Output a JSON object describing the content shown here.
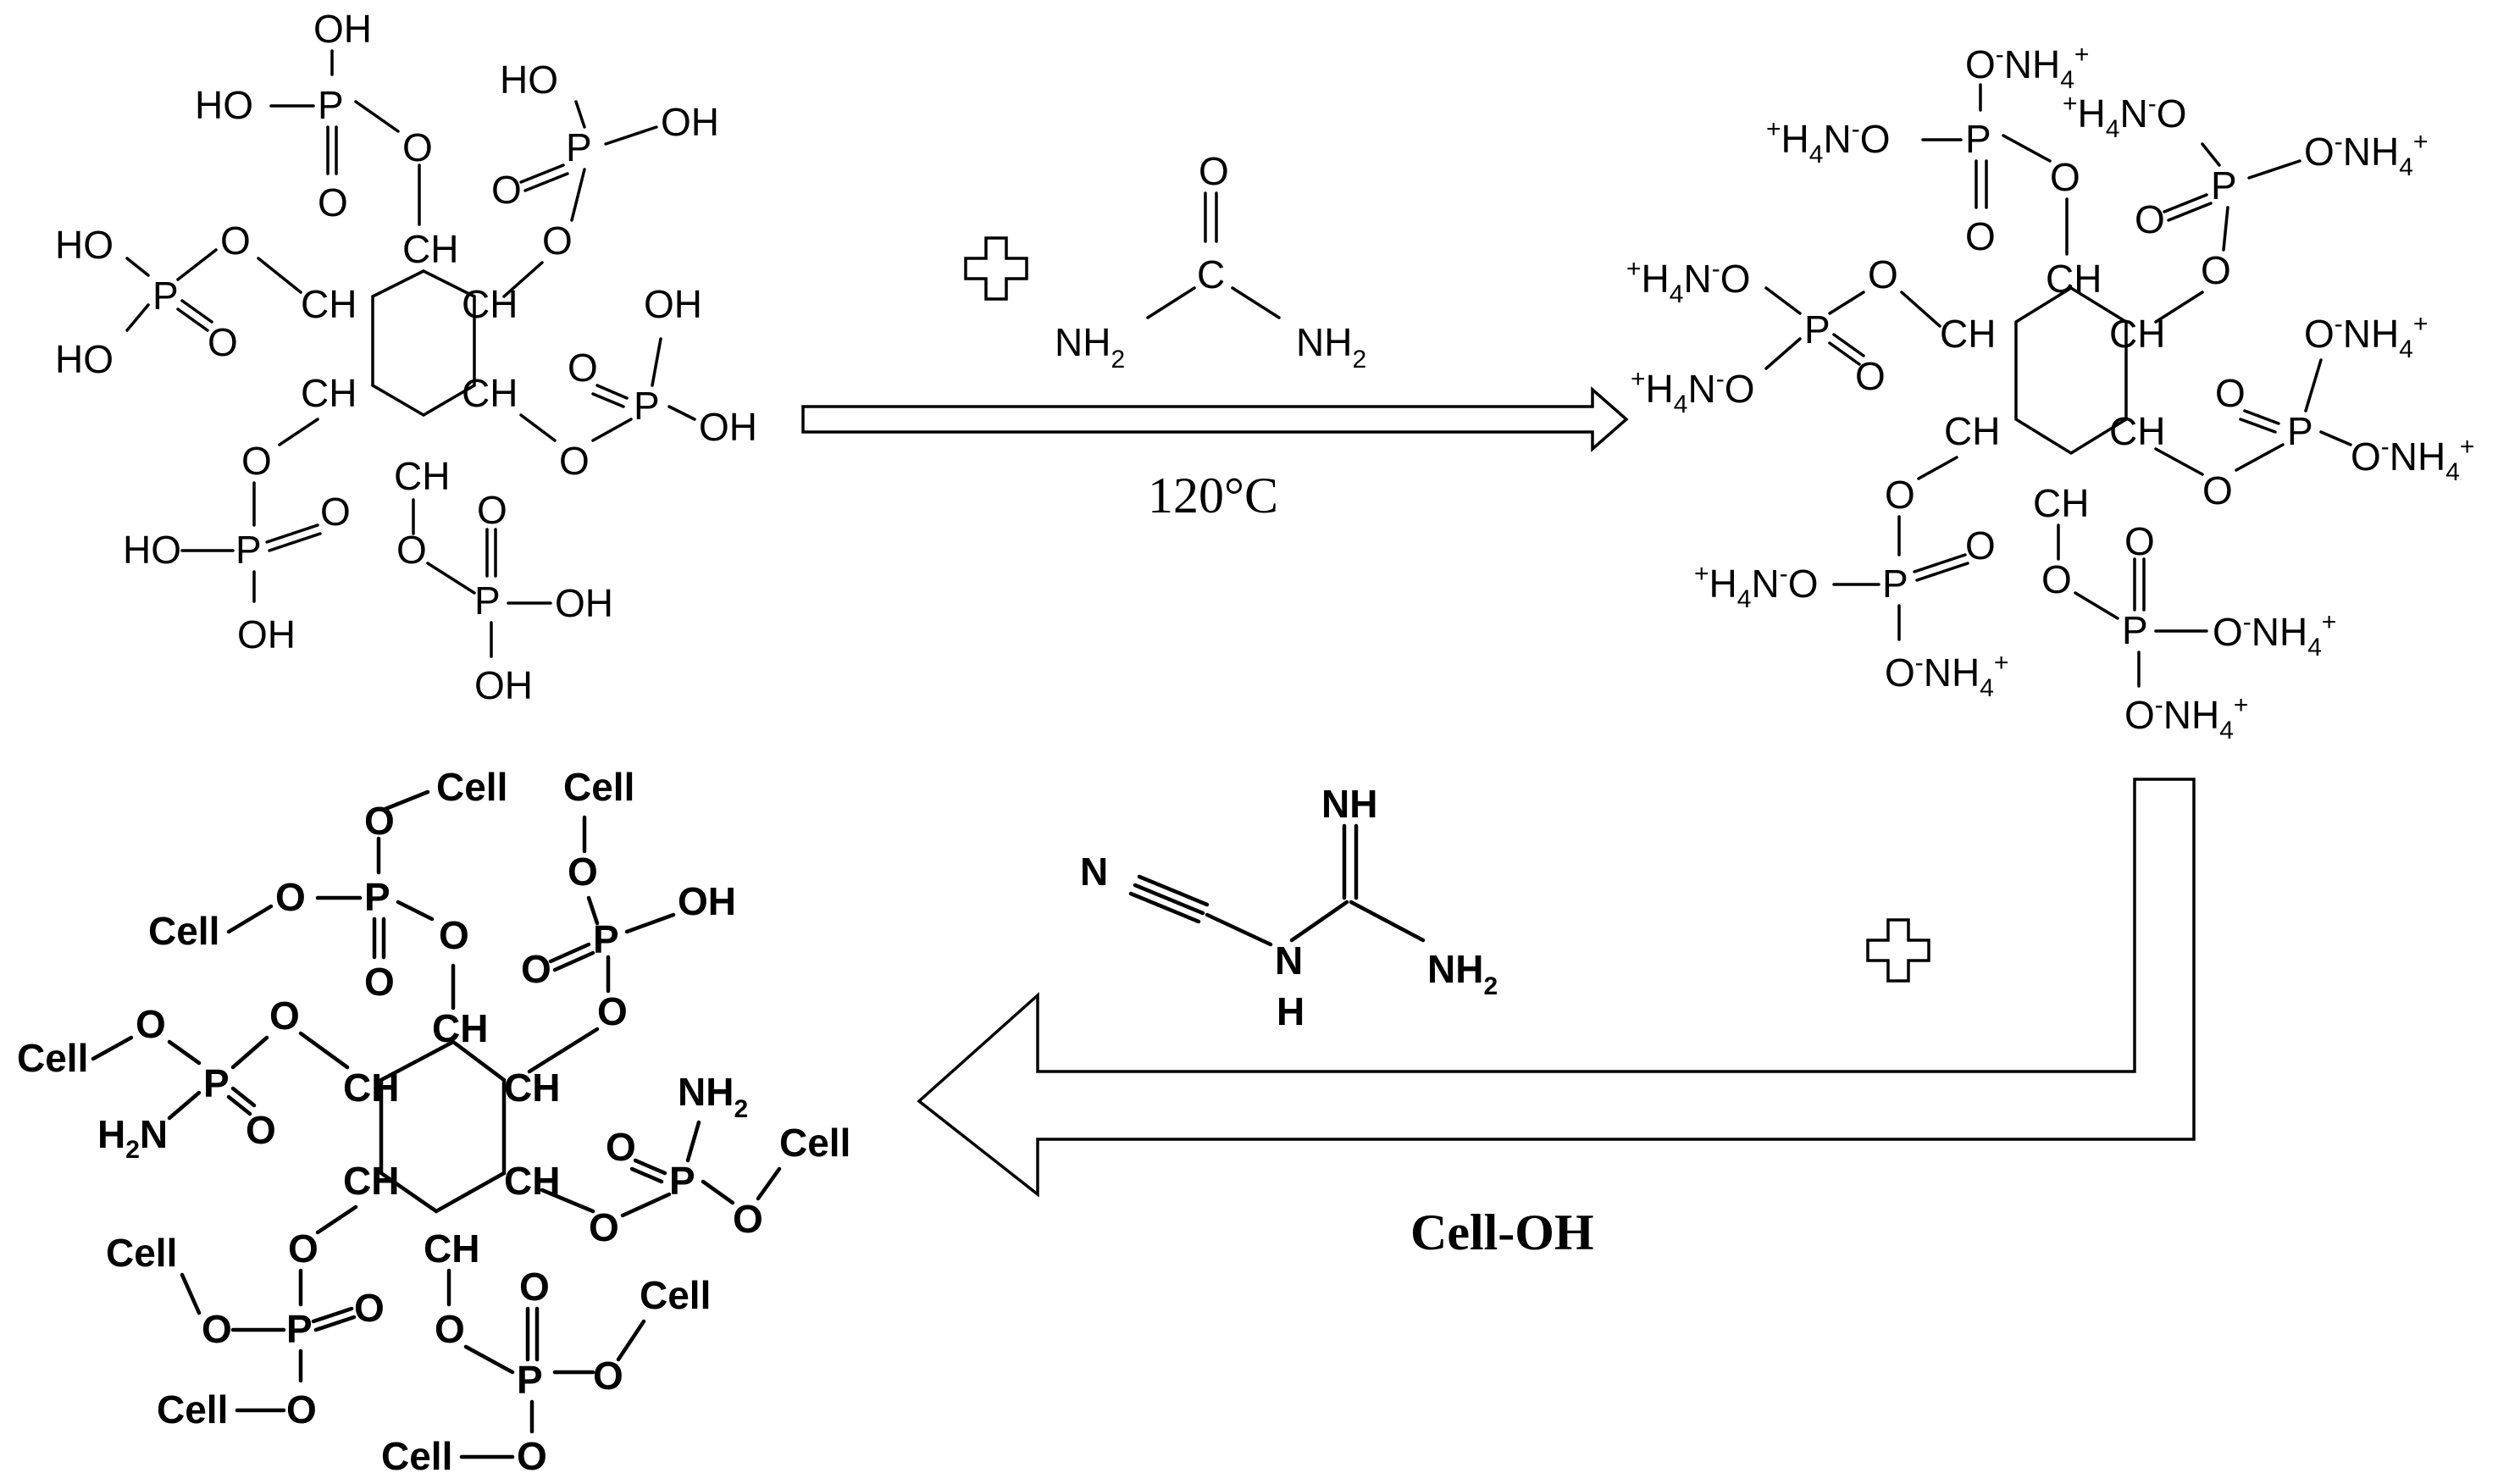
{
  "reaction_scheme": {
    "step1": {
      "reagent": {
        "name_visible": false,
        "atoms": [
          "O",
          "C",
          "NH2",
          "NH2"
        ]
      },
      "condition": "120°C"
    },
    "step2": {
      "reagent": {
        "atoms": [
          "N",
          "NH",
          "NH2",
          "N",
          "H"
        ]
      },
      "condition": "Cell-OH"
    },
    "plus_symbol": "plus-icon"
  },
  "labels": {
    "OH": "OH",
    "HO": "HO",
    "O": "O",
    "P": "P",
    "CH": "CH",
    "C": "C",
    "N": "N",
    "H": "H",
    "NH": "NH",
    "Cell": "Cell",
    "NH4plus_prefix": "+",
    "H4N": "H4N",
    "ONH4": "O-NH4+"
  },
  "colors": {
    "ink": "#000000",
    "background": "#ffffff"
  }
}
